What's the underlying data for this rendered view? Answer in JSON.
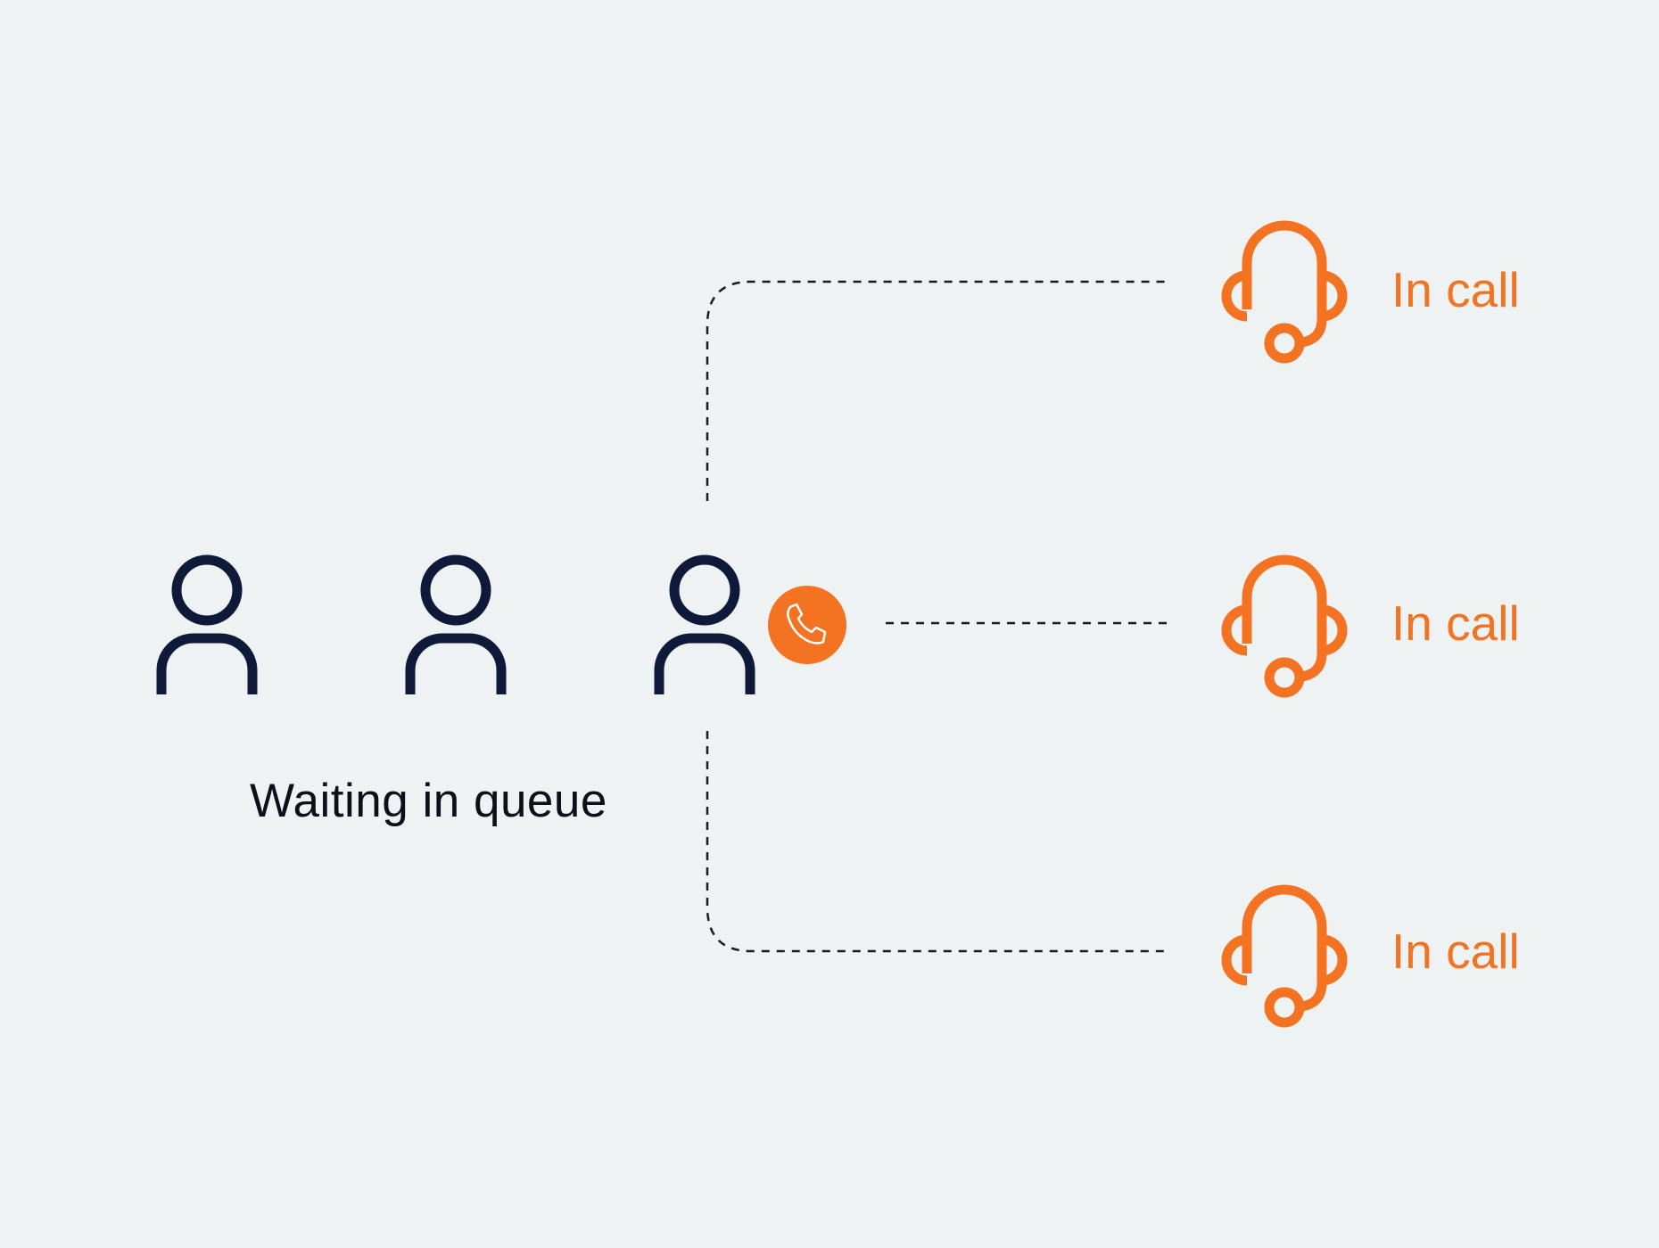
{
  "queue": {
    "label": "Waiting in queue",
    "callers": [
      {
        "icon": "person-icon"
      },
      {
        "icon": "person-icon"
      },
      {
        "icon": "person-icon",
        "active_call": true,
        "badge_icon": "phone-icon"
      }
    ]
  },
  "agents": [
    {
      "icon": "headset-icon",
      "status": "In call"
    },
    {
      "icon": "headset-icon",
      "status": "In call"
    },
    {
      "icon": "headset-icon",
      "status": "In call"
    }
  ],
  "colors": {
    "background": "#eff2f3",
    "caller": "#0f1a3a",
    "accent": "#f37322",
    "connector": "#1a1a1a",
    "text": "#0d0f1a"
  }
}
